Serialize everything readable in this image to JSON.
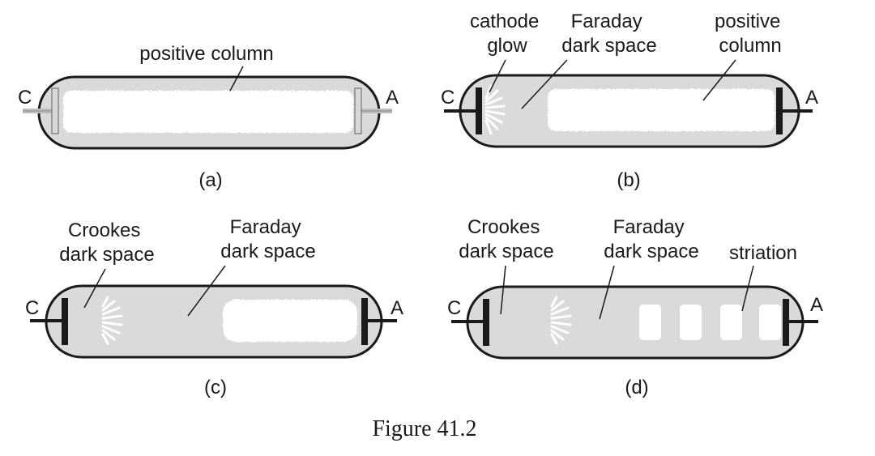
{
  "figure_caption": "Figure 41.2",
  "electrode_labels": {
    "cathode": "C",
    "anode": "A"
  },
  "colors": {
    "gas": "#dadada",
    "glow": "#ffffff",
    "outline": "#1a1a1a"
  },
  "panels": [
    {
      "id": "a",
      "caption": "(a)",
      "labels": [
        {
          "lines": [
            "positive column"
          ]
        }
      ]
    },
    {
      "id": "b",
      "caption": "(b)",
      "labels": [
        {
          "lines": [
            "cathode",
            "glow"
          ]
        },
        {
          "lines": [
            "Faraday",
            "dark space"
          ]
        },
        {
          "lines": [
            "positive",
            "column"
          ]
        }
      ]
    },
    {
      "id": "c",
      "caption": "(c)",
      "labels": [
        {
          "lines": [
            "Crookes",
            "dark space"
          ]
        },
        {
          "lines": [
            "Faraday",
            "dark space"
          ]
        }
      ]
    },
    {
      "id": "d",
      "caption": "(d)",
      "labels": [
        {
          "lines": [
            "Crookes",
            "dark space"
          ]
        },
        {
          "lines": [
            "Faraday",
            "dark space"
          ]
        },
        {
          "lines": [
            "striation"
          ]
        }
      ]
    }
  ]
}
